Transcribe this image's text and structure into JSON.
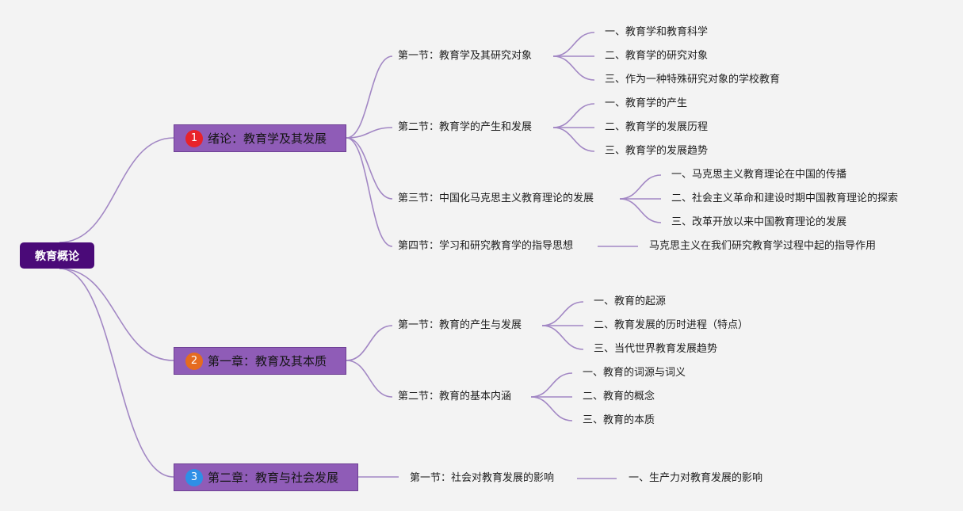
{
  "root": {
    "label": "教育概论"
  },
  "colors": {
    "line": "#a287c4",
    "root_bg": "#4a0a78",
    "chapter_bg": "#8f5cb7",
    "badge_1": "#e8232a",
    "badge_2": "#e56b1f",
    "badge_3": "#2f8fe6"
  },
  "chapters": [
    {
      "badge": "1",
      "label": "绪论：教育学及其发展",
      "sections": [
        {
          "label": "第一节：教育学及其研究对象",
          "items": [
            "一、教育学和教育科学",
            "二、教育学的研究对象",
            "三、作为一种特殊研究对象的学校教育"
          ]
        },
        {
          "label": "第二节：教育学的产生和发展",
          "items": [
            "一、教育学的产生",
            "二、教育学的发展历程",
            "三、教育学的发展趋势"
          ]
        },
        {
          "label": "第三节：中国化马克思主义教育理论的发展",
          "items": [
            "一、马克思主义教育理论在中国的传播",
            "二、社会主义革命和建设时期中国教育理论的探索",
            "三、改革开放以来中国教育理论的发展"
          ]
        },
        {
          "label": "第四节：学习和研究教育学的指导思想",
          "items": [
            "马克思主义在我们研究教育学过程中起的指导作用"
          ]
        }
      ]
    },
    {
      "badge": "2",
      "label": "第一章：教育及其本质",
      "sections": [
        {
          "label": "第一节：教育的产生与发展",
          "items": [
            "一、教育的起源",
            "二、教育发展的历时进程（特点）",
            "三、当代世界教育发展趋势"
          ]
        },
        {
          "label": "第二节：教育的基本内涵",
          "items": [
            "一、教育的词源与词义",
            "二、教育的概念",
            "三、教育的本质"
          ]
        }
      ]
    },
    {
      "badge": "3",
      "label": "第二章：教育与社会发展",
      "sections": [
        {
          "label": "第一节：社会对教育发展的影响",
          "items": [
            "一、生产力对教育发展的影响"
          ]
        }
      ]
    }
  ]
}
